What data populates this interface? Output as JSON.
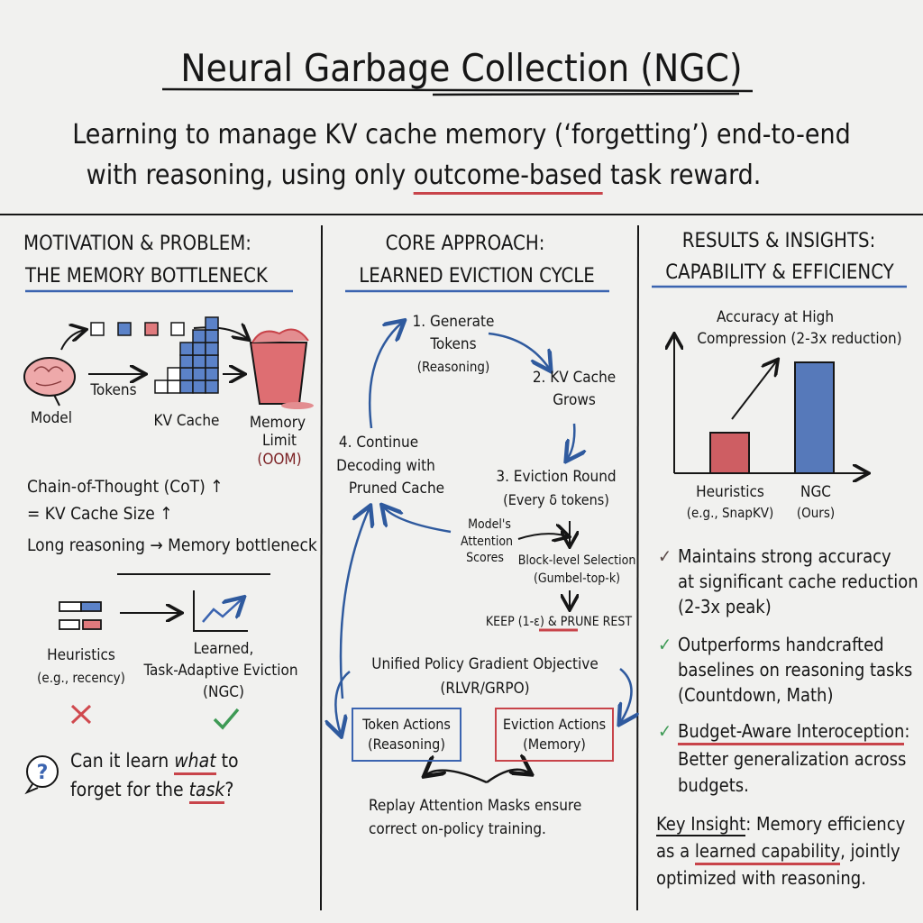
{
  "title": "Neural Garbage Collection (NGC)",
  "subtitle": {
    "line1": "Learning to manage KV cache memory (‘forgetting’) end-to-end",
    "line2_a": "with reasoning, using only ",
    "line2_hl": "outcome-based",
    "line2_b": " task reward."
  },
  "colors": {
    "blue": "#3b64b0",
    "red": "#c8444a",
    "green": "#3e9a55",
    "ink": "#161616"
  },
  "motivation": {
    "header1": "MOTIVATION & PROBLEM:",
    "header2": "THE MEMORY BOTTLENECK",
    "model": "Model",
    "tokens": "Tokens",
    "kv_cache": "KV Cache",
    "memory": "Memory",
    "limit": "Limit",
    "oom": "(OOM)",
    "cot": "Chain-of-Thought (CoT) ↑",
    "kv_size": "= KV Cache Size ↑",
    "long": "Long reasoning → Memory bottleneck",
    "heur": "Heuristics",
    "heur_eg": "(e.g., recency)",
    "learned": "Learned,",
    "adaptive": "Task-Adaptive Eviction",
    "ngc": "(NGC)",
    "q1_a": "Can it learn ",
    "q1_hl": "what",
    "q1_b": " to",
    "q2_a": "forget for the ",
    "q2_hl": "task",
    "q2_b": "?"
  },
  "core": {
    "header1": "CORE APPROACH:",
    "header2": "LEARNED EVICTION CYCLE",
    "step1": [
      "1. Generate",
      "Tokens",
      "(Reasoning)"
    ],
    "step2": [
      "2. KV Cache",
      "Grows"
    ],
    "step3": [
      "3. Eviction Round",
      "(Every δ tokens)"
    ],
    "step4": [
      "4. Continue",
      "Decoding with",
      "Pruned Cache"
    ],
    "scores": [
      "Model's",
      "Attention",
      "Scores"
    ],
    "block": [
      "Block-level Selection",
      "(Gumbel-top-k)"
    ],
    "keep": "KEEP (1-ε) & ",
    "prune": "PRUNE",
    "rest": " REST",
    "objective": "Unified Policy Gradient Objective",
    "rlvr": "(RLVR/GRPO)",
    "token_actions": [
      "Token Actions",
      "(Reasoning)"
    ],
    "eviction_actions": [
      "Eviction Actions",
      "(Memory)"
    ],
    "replay": [
      "Replay Attention Masks ensure",
      "correct on-policy training."
    ]
  },
  "results": {
    "header1": "RESULTS & INSIGHTS:",
    "header2": "CAPABILITY & EFFICIENCY",
    "chart_title": [
      "Accuracy at High",
      "Compression (2-3x reduction)"
    ],
    "bars": [
      {
        "label": "Heuristics",
        "sub": "(e.g., SnapKV)",
        "relative_value": 0.3
      },
      {
        "label": "NGC",
        "sub": "(Ours)",
        "relative_value": 0.82
      }
    ],
    "b1": [
      "Maintains strong accuracy",
      "at significant cache reduction",
      "(2-3x peak)"
    ],
    "b2": [
      "Outperforms handcrafted",
      "baselines on reasoning tasks",
      "(Countdown, Math)"
    ],
    "b3_hl": "Budget-Aware Interoception",
    "b3_colon": ":",
    "b3": [
      "Better generalization across",
      "budgets."
    ],
    "key": "Key Insight",
    "key_rest": ": Memory efficiency",
    "k2_a": "as a ",
    "k2_hl": "learned capability",
    "k2_b": ", jointly",
    "k3": "optimized with reasoning.",
    "check": "✓"
  }
}
